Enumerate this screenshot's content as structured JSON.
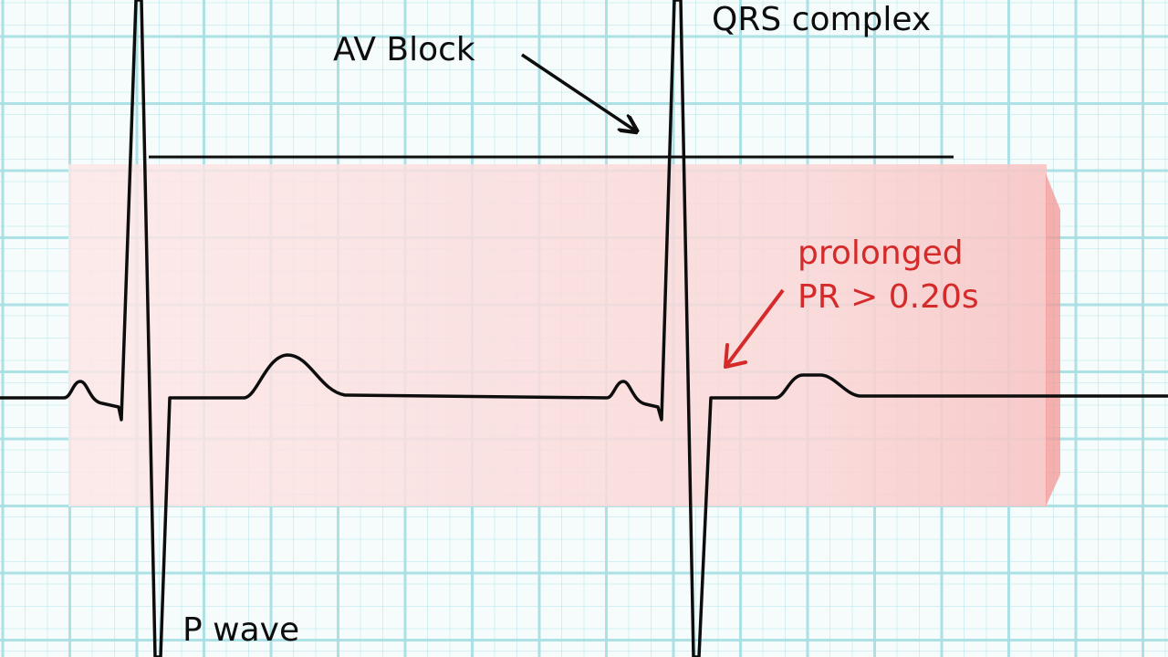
{
  "labels": {
    "av_block": "AV Block",
    "qrs_complex": "QRS complex",
    "prolonged_line1": "prolonged",
    "prolonged_line2": "PR > 0.20s",
    "p_wave": "P wave"
  },
  "colors": {
    "grid": "#a9e0e4",
    "trace": "#0d0d0d",
    "annotation_red": "#d42a2a",
    "highlight": "#fbd2d2",
    "background": "#f6fcfc"
  }
}
